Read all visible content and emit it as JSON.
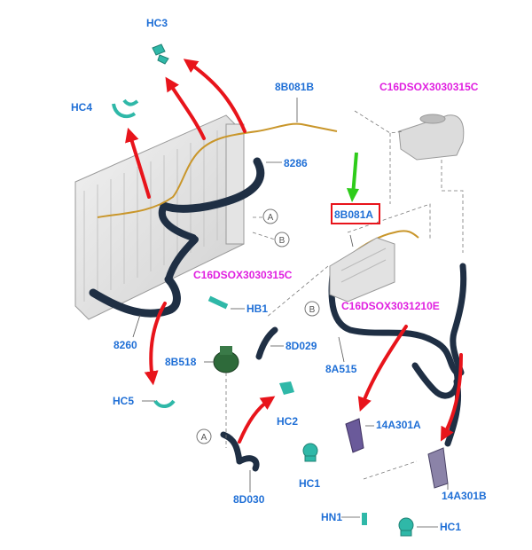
{
  "labels": {
    "hc3": "HC3",
    "hc4": "HC4",
    "p8b081b": "8B081B",
    "c16_315c_top": "C16DSOX3030315C",
    "p8286": "8286",
    "p8b081a": "8B081A",
    "c16_315c_mid": "C16DSOX3030315C",
    "c16_210e": "C16DSOX3031210E",
    "hb1": "HB1",
    "p8260": "8260",
    "p8b518": "8B518",
    "p8d029": "8D029",
    "p8a515": "8A515",
    "hc5": "HC5",
    "hc2": "HC2",
    "p14a301a": "14A301A",
    "hc1_left": "HC1",
    "p8d030": "8D030",
    "hn1": "HN1",
    "hc1_right": "HC1",
    "p14a301b": "14A301B"
  },
  "callouts": {
    "a_top": "A",
    "b_top": "B",
    "b_mid": "B",
    "a_bottom": "A"
  },
  "colors": {
    "label_blue": "#1f6fd6",
    "label_magenta": "#e020e0",
    "arrow_red": "#e8141b",
    "arrow_green": "#2ecc1a",
    "highlight_box": "#e8141b",
    "hose": "#1f2f44",
    "clip": "#2fb8a8"
  }
}
